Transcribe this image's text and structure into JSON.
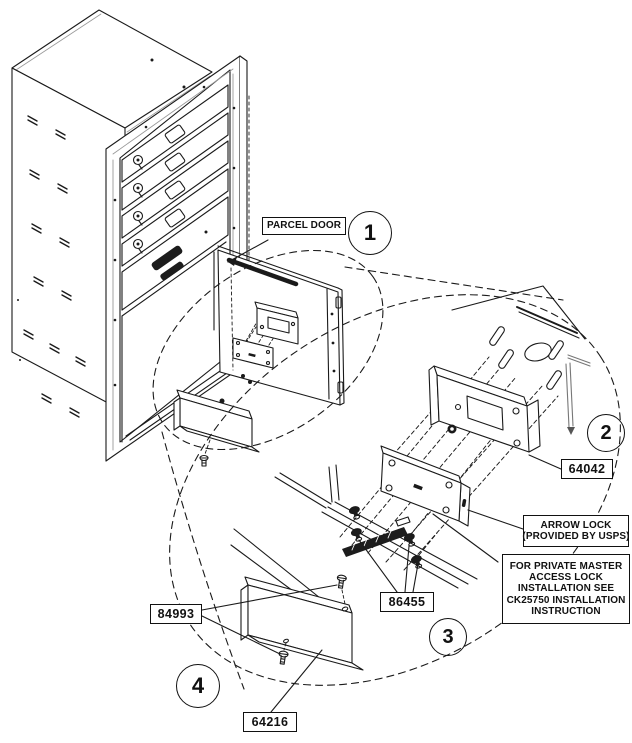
{
  "figure": {
    "type": "exploded-parts-installation-diagram",
    "subject": "Mailbox parcel locker door — arrow lock installation",
    "background_color": "#ffffff",
    "line_color": "#1a1a1a"
  },
  "callouts": {
    "parcel_door": {
      "text": "PARCEL DOOR"
    },
    "arrow_lock": {
      "line1": "ARROW LOCK",
      "line2": "(PROVIDED BY USPS)"
    },
    "note": {
      "line1": "FOR PRIVATE MASTER",
      "line2": "ACCESS LOCK",
      "line3": "INSTALLATION SEE",
      "line4": "CK25750 INSTALLATION",
      "line5": "INSTRUCTION"
    }
  },
  "parts": {
    "lock_bracket": {
      "number": "64042"
    },
    "push_nuts": {
      "number": "86455"
    },
    "screws": {
      "number": "84993"
    },
    "cover_bracket": {
      "number": "64216"
    }
  },
  "steps": {
    "s1": "1",
    "s2": "2",
    "s3": "3",
    "s4": "4"
  },
  "icons": {
    "usps_decal": "usps-arrow-decal",
    "leader_arrow": "arrowhead"
  }
}
